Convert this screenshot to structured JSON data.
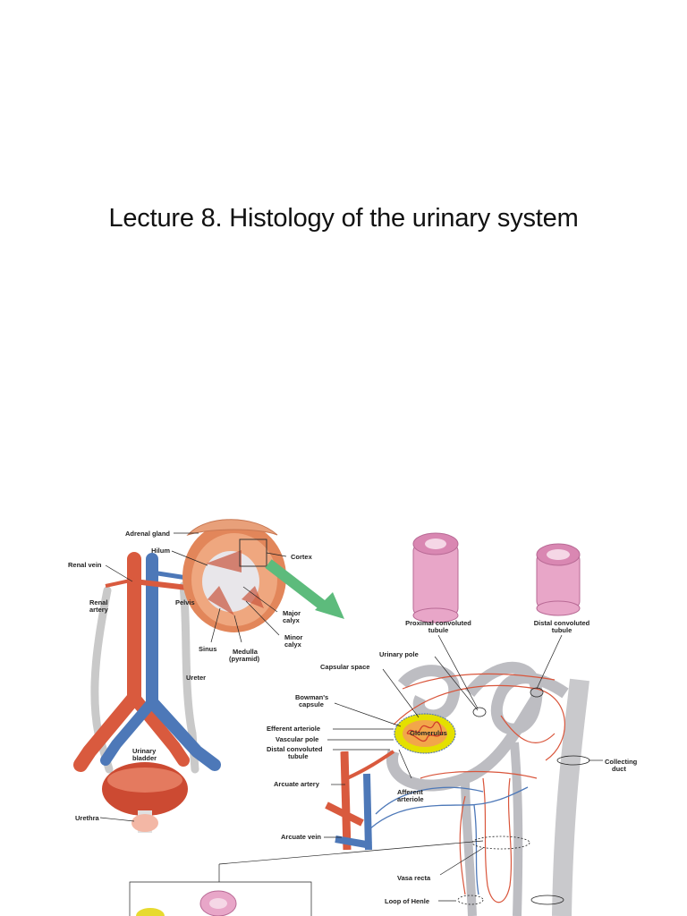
{
  "slide": {
    "title": "Lecture 8. Histology of the urinary system"
  },
  "figure": {
    "labels": {
      "adrenal_gland": "Adrenal gland",
      "hilum": "Hilum",
      "cortex": "Cortex",
      "renal_vein": "Renal vein",
      "renal_artery_1": "Renal",
      "renal_artery_2": "artery",
      "pelvis": "Pelvis",
      "major_calyx_1": "Major",
      "major_calyx_2": "calyx",
      "minor_calyx_1": "Minor",
      "minor_calyx_2": "calyx",
      "sinus": "Sinus",
      "medulla_1": "Medulla",
      "medulla_2": "(pyramid)",
      "ureter": "Ureter",
      "urinary_bladder_1": "Urinary",
      "urinary_bladder_2": "bladder",
      "urethra": "Urethra",
      "proximal_1": "Proximal convoluted",
      "proximal_2": "tubule",
      "distal_1": "Distal convoluted",
      "distal_2": "tubule",
      "urinary_pole": "Urinary pole",
      "capsular_space": "Capsular space",
      "bowmans_1": "Bowman's",
      "bowmans_2": "capsule",
      "efferent_arteriole": "Efferent arteriole",
      "vascular_pole": "Vascular pole",
      "distal_tubule_1": "Distal convoluted",
      "distal_tubule_2": "tubule",
      "glomerulus": "Glomerulus",
      "collecting_1": "Collecting",
      "collecting_2": "duct",
      "arcuate_artery": "Arcuate artery",
      "afferent_1": "Afferent",
      "afferent_2": "arteriole",
      "arcuate_vein": "Arcuate vein",
      "vasa_recta": "Vasa recta",
      "loop_of_henle": "Loop of Henle"
    }
  }
}
